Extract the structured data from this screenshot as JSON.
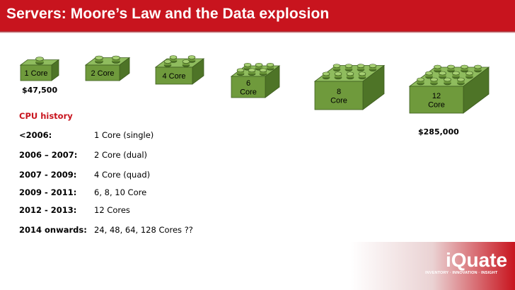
{
  "slide": {
    "title": "Servers: Moore’s Law and the Data explosion"
  },
  "blocks": [
    {
      "label": "1 Core",
      "studs": 1
    },
    {
      "label": "2 Core",
      "studs": 2
    },
    {
      "label": "4 Core",
      "studs": 4
    },
    {
      "label": "6\nCore",
      "studs": 6
    },
    {
      "label": "8\nCore",
      "studs": 8
    },
    {
      "label": "12\nCore",
      "studs": 12
    }
  ],
  "prices": {
    "low": "$47,500",
    "high": "$285,000"
  },
  "history": {
    "heading": "CPU history",
    "rows": [
      {
        "era": "<2006:",
        "cores": "1 Core (single)"
      },
      {
        "era": "2006 – 2007:",
        "cores": " 2 Core (dual)"
      },
      {
        "era": "2007 - 2009:",
        "cores": "4 Core (quad)"
      },
      {
        "era": "2009 - 2011:",
        "cores": "6, 8, 10 Core"
      },
      {
        "era": "2012 - 2013:",
        "cores": " 12 Cores"
      },
      {
        "era": "2014 onwards:",
        "cores": "24,  48, 64, 128 Cores ??"
      }
    ]
  },
  "brand": {
    "logo": "iQuate",
    "tagline": "INVENTORY · INNOVATION · INSIGHT"
  },
  "colors": {
    "title_bar": "#c8141e",
    "brick_front": "#6f9a3c",
    "brick_top": "#8fbc5e",
    "brick_side": "#4e7427",
    "accent_text": "#c8141e"
  }
}
